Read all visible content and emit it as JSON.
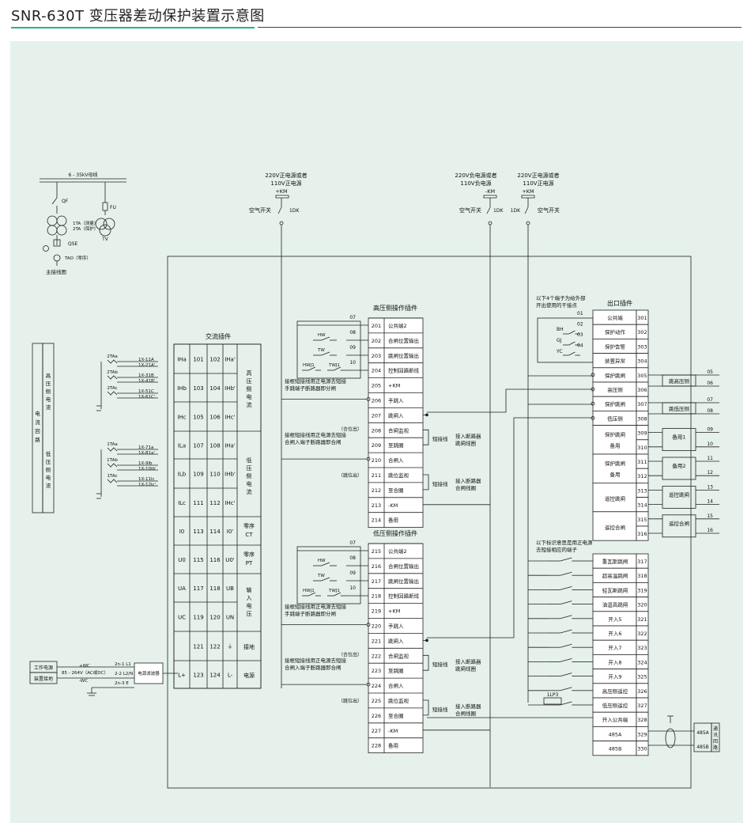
{
  "title": "SNR-630T 变压器差动保护装置示意图",
  "main_wiring": {
    "bus": "6 - 35kV母线",
    "qf": "QF",
    "fu": "FU",
    "ta1": "1TA（测量）",
    "ta2": "2TA（保护）",
    "tv": "TV",
    "qse": "QSE",
    "tao": "TAO（零序）",
    "caption": "主接线图"
  },
  "current_loop": {
    "outer": "电流回路",
    "high": "高压侧电流",
    "low": "低压侧电流",
    "high_cts": [
      "2TAa",
      "2TAb",
      "2TAc"
    ],
    "low_cts": [
      "1TAa",
      "1TAb",
      "1TAc"
    ],
    "high_terms": [
      "1X-11A",
      "1X-21A'",
      "1X-31B",
      "1X-41B'",
      "1X-51C",
      "1X-61C'"
    ],
    "low_terms": [
      "1X-71a",
      "1X-81a'",
      "1X-9lb",
      "1X-10lb'",
      "1X-11lc",
      "1X-12lc'"
    ]
  },
  "power_left": {
    "work_power": "工作电源",
    "ground": "装置接地",
    "pos": "+WC",
    "range": "85 - 264V（AC或DC）",
    "neg": "-WC",
    "t1": "2n-1 L1",
    "t2": "2-2 L2/N",
    "t3": "2n-3 E",
    "filter": "电源滤波器"
  },
  "supply": {
    "left_text": [
      "220V正电源或者",
      "110V正电源"
    ],
    "mid_text": [
      "220V负电源或者",
      "110V负电源"
    ],
    "right_text": [
      "220V正电源或者",
      "110V正电源"
    ],
    "pos_km": "+KM",
    "neg_km": "-KM",
    "switch": "空气开关",
    "dk": "1DK"
  },
  "ac_plugin": {
    "title": "交流插件",
    "rows": [
      {
        "l": "IHa",
        "a": "101",
        "b": "102",
        "r": "IHa'"
      },
      {
        "l": "IHb",
        "a": "103",
        "b": "104",
        "r": "IHb'"
      },
      {
        "l": "IHc",
        "a": "105",
        "b": "106",
        "r": "IHc'"
      },
      {
        "l": "ILa",
        "a": "107",
        "b": "108",
        "r": "IHa'"
      },
      {
        "l": "ILb",
        "a": "109",
        "b": "110",
        "r": "IHb'"
      },
      {
        "l": "ILc",
        "a": "111",
        "b": "112",
        "r": "IHc'"
      },
      {
        "l": "I0",
        "a": "113",
        "b": "114",
        "r": "I0'"
      },
      {
        "l": "U0",
        "a": "115",
        "b": "116",
        "r": "U0'"
      },
      {
        "l": "UA",
        "a": "117",
        "b": "118",
        "r": "UB"
      },
      {
        "l": "UC",
        "a": "119",
        "b": "120",
        "r": "UN"
      },
      {
        "l": "",
        "a": "121",
        "b": "122",
        "r": "⏚"
      },
      {
        "l": "L+",
        "a": "123",
        "b": "124",
        "r": "L-"
      }
    ],
    "groups": [
      "高压侧电流",
      "低压侧电流",
      "零序CT",
      "零序PT",
      "输入电压",
      "接地",
      "电源"
    ]
  },
  "high_op": {
    "title": "高压侧操作插件",
    "rows": [
      {
        "n": "201",
        "t": "公共端2"
      },
      {
        "n": "202",
        "t": "合闸位置输出"
      },
      {
        "n": "203",
        "t": "跳闸位置输出"
      },
      {
        "n": "204",
        "t": "控制回路断线"
      },
      {
        "n": "205",
        "t": "+KM"
      },
      {
        "n": "206",
        "t": "手跳入"
      },
      {
        "n": "207",
        "t": "跳闸入"
      },
      {
        "n": "208",
        "t": "合闸监视"
      },
      {
        "n": "209",
        "t": "至跳圈"
      },
      {
        "n": "210",
        "t": "合闸入"
      },
      {
        "n": "211",
        "t": "跳位监视"
      },
      {
        "n": "212",
        "t": "至合圈"
      },
      {
        "n": "213",
        "t": "-KM"
      },
      {
        "n": "214",
        "t": "备用"
      }
    ],
    "contacts": [
      "07",
      "08",
      "09",
      "10"
    ],
    "hw": "HW",
    "tw": "TW",
    "hwj": "HWJ1",
    "twj": "TWJ1",
    "note_trip": [
      "接根短接线用正电源去短接",
      "手跳端子断路器即分闸"
    ],
    "note_close": [
      "接根短接线用正电源去短接",
      "合闸入端子断路器即合闸"
    ],
    "pos_close": "（合位出）",
    "pos_trip": "（跳位出）",
    "short": "短接线",
    "to_trip": [
      "接入断路器",
      "跳闸线圈"
    ],
    "to_close": [
      "接入断路器",
      "合闸线圈"
    ]
  },
  "low_op": {
    "title": "低压侧操作插件",
    "rows": [
      {
        "n": "215",
        "t": "公共端2"
      },
      {
        "n": "216",
        "t": "合闸位置输出"
      },
      {
        "n": "217",
        "t": "跳闸位置输出"
      },
      {
        "n": "218",
        "t": "控制回路断线"
      },
      {
        "n": "219",
        "t": "+KM"
      },
      {
        "n": "220",
        "t": "手跳入"
      },
      {
        "n": "221",
        "t": "跳闸入"
      },
      {
        "n": "222",
        "t": "合闸监视"
      },
      {
        "n": "223",
        "t": "至跳圈"
      },
      {
        "n": "224",
        "t": "合闸入"
      },
      {
        "n": "225",
        "t": "跳位监视"
      },
      {
        "n": "226",
        "t": "至合圈"
      },
      {
        "n": "227",
        "t": "-KM"
      },
      {
        "n": "228",
        "t": "备用"
      }
    ]
  },
  "output": {
    "title": "出口插件",
    "note": [
      "以下4个端子为给外部",
      "开出使用的干接点"
    ],
    "contacts": [
      "01",
      "02",
      "03",
      "04"
    ],
    "relays": [
      "BH",
      "GJ",
      "YC"
    ],
    "top_rows": [
      {
        "t": "公共端",
        "n": "301"
      },
      {
        "t": "保护动作",
        "n": "302"
      },
      {
        "t": "保护告警",
        "n": "303"
      },
      {
        "t": "装置异常",
        "n": "304"
      },
      {
        "t": "保护跳闸",
        "n": "305"
      },
      {
        "t": "高压侧",
        "n": "306"
      },
      {
        "t": "保护跳闸",
        "n": "307"
      },
      {
        "t": "低压侧",
        "n": "308"
      }
    ],
    "pairs": [
      {
        "t1": "保护跳闸",
        "t2": "备用",
        "n1": "309",
        "n2": "310",
        "ext": "备用1",
        "o1": "09",
        "o2": "10"
      },
      {
        "t1": "保护跳闸",
        "t2": "备用",
        "n1": "311",
        "n2": "312",
        "ext": "备用2",
        "o1": "11",
        "o2": "12"
      },
      {
        "t1": "遥控跳闸",
        "t2": "",
        "n1": "313",
        "n2": "314",
        "ext": "遥控跳闸",
        "o1": "13",
        "o2": "14"
      },
      {
        "t1": "遥控合闸",
        "t2": "",
        "n1": "315",
        "n2": "316",
        "ext": "遥控合闸",
        "o1": "15",
        "o2": "16"
      }
    ],
    "ext_high": "跳高压侧",
    "ext_low": "跳低压侧",
    "o_high": [
      "05",
      "06"
    ],
    "o_low": [
      "07",
      "08"
    ],
    "note2": [
      "以下标识意思是用正电源",
      "去短接相应的端子"
    ],
    "bottom_rows": [
      {
        "t": "重瓦斯跳闸",
        "n": "317"
      },
      {
        "t": "超高温跳闸",
        "n": "318"
      },
      {
        "t": "轻瓦斯跳闸",
        "n": "319"
      },
      {
        "t": "油温高跳闸",
        "n": "320"
      },
      {
        "t": "开入5",
        "n": "321"
      },
      {
        "t": "开入6",
        "n": "322"
      },
      {
        "t": "开入7",
        "n": "323"
      },
      {
        "t": "开入8",
        "n": "324"
      },
      {
        "t": "开入9",
        "n": "325"
      },
      {
        "t": "高压侧遥控",
        "n": "326"
      },
      {
        "t": "低压侧遥控",
        "n": "327"
      },
      {
        "t": "开入公共端",
        "n": "328"
      },
      {
        "t": "485A",
        "n": "329"
      },
      {
        "t": "485B",
        "n": "330"
      }
    ],
    "lp3": "1LP3",
    "comm": "通讯回路"
  }
}
